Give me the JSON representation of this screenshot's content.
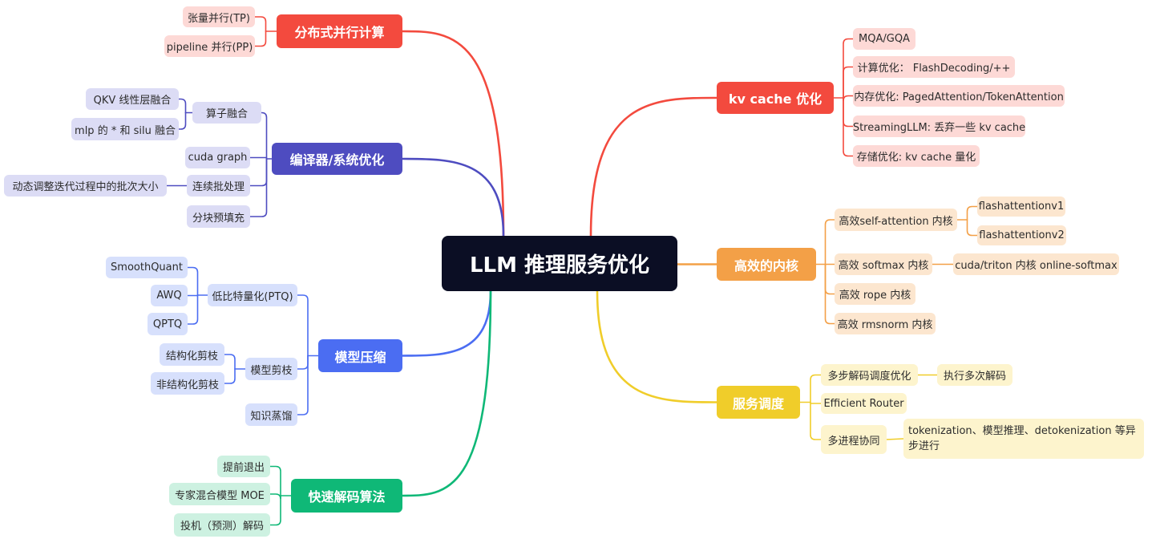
{
  "root": "LLM 推理服务优化",
  "colors": {
    "red": "#f34a3e",
    "red_fill": "#fdd9d6",
    "red_text": "#333333",
    "indigo": "#4e4cc0",
    "indigo_fill": "#dcdcf5",
    "blue": "#4b6df2",
    "blue_fill": "#d7e0fc",
    "green": "#0fb877",
    "green_fill": "#cdf1e1",
    "orange": "#f3a047",
    "orange_fill": "#fce6cf",
    "yellow": "#f0cd2a",
    "yellow_fill": "#fdf4cd"
  },
  "branches": [
    {
      "id": "dist",
      "label": "分布式并行计算",
      "color": "red",
      "children": [
        {
          "label": "张量并行(TP)"
        },
        {
          "label": "pipeline 并行(PP)"
        }
      ]
    },
    {
      "id": "compiler",
      "label": "编译器/系统优化",
      "color": "indigo",
      "children": [
        {
          "label": "算子融合",
          "children": [
            {
              "label": "QKV 线性层融合"
            },
            {
              "label": "mlp 的 * 和 silu 融合"
            }
          ]
        },
        {
          "label": "cuda graph"
        },
        {
          "label": "连续批处理",
          "children": [
            {
              "label": "动态调整迭代过程中的批次大小"
            }
          ]
        },
        {
          "label": "分块预填充"
        }
      ]
    },
    {
      "id": "compress",
      "label": "模型压缩",
      "color": "blue",
      "children": [
        {
          "label": "低比特量化(PTQ)",
          "children": [
            {
              "label": "SmoothQuant"
            },
            {
              "label": "AWQ"
            },
            {
              "label": "QPTQ"
            }
          ]
        },
        {
          "label": "模型剪枝",
          "children": [
            {
              "label": "结构化剪枝"
            },
            {
              "label": "非结构化剪枝"
            }
          ]
        },
        {
          "label": "知识蒸馏"
        }
      ]
    },
    {
      "id": "decode",
      "label": "快速解码算法",
      "color": "green",
      "children": [
        {
          "label": "提前退出"
        },
        {
          "label": "专家混合模型 MOE"
        },
        {
          "label": "投机（预测）解码"
        }
      ]
    },
    {
      "id": "kv",
      "label": "kv cache 优化",
      "color": "red",
      "children": [
        {
          "label": "MQA/GQA"
        },
        {
          "label": "计算优化： FlashDecoding/++"
        },
        {
          "label": "内存优化: PagedAttention/TokenAttention"
        },
        {
          "label": "StreamingLLM: 丢弃一些 kv cache"
        },
        {
          "label": "存储优化: kv cache 量化"
        }
      ]
    },
    {
      "id": "kernel",
      "label": "高效的内核",
      "color": "orange",
      "children": [
        {
          "label": "高效self-attention 内核",
          "children": [
            {
              "label": "flashattentionv1"
            },
            {
              "label": "flashattentionv2"
            }
          ]
        },
        {
          "label": "高效 softmax 内核",
          "children": [
            {
              "label": "cuda/triton 内核 online-softmax"
            }
          ]
        },
        {
          "label": "高效 rope 内核"
        },
        {
          "label": "高效 rmsnorm 内核"
        }
      ]
    },
    {
      "id": "sched",
      "label": "服务调度",
      "color": "yellow",
      "children": [
        {
          "label": "多步解码调度优化",
          "children": [
            {
              "label": "执行多次解码"
            }
          ]
        },
        {
          "label": "Efficient Router"
        },
        {
          "label": "多进程协同",
          "children": [
            {
              "label": "tokenization、模型推理、detokenization 等异步进行"
            }
          ]
        }
      ]
    }
  ]
}
